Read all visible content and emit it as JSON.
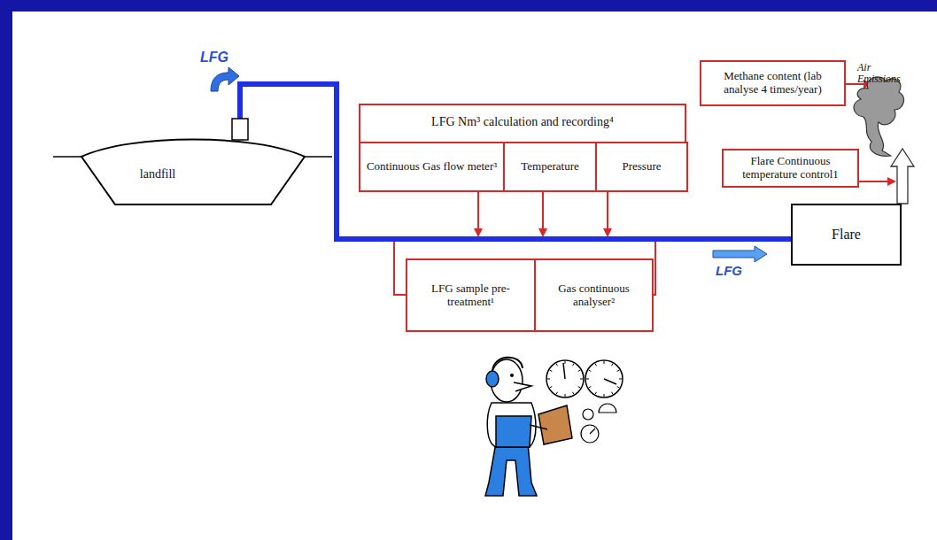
{
  "diagram": {
    "nodes": [
      {
        "text": [
          "landfill"
        ]
      },
      {
        "text": [
          "LFG Nm³ calculation and recording⁴"
        ]
      },
      {
        "text": [
          "Continuous Gas flow meter³"
        ],
        "in": 1
      },
      {
        "text": [
          "Temperature"
        ],
        "in": 1
      },
      {
        "text": [
          "Pressure"
        ],
        "in": 1
      },
      {
        "text": [
          "LFG sample pre-treatment¹"
        ]
      },
      {
        "text": [
          "Gas continuous analyser²"
        ]
      },
      {
        "text": [
          "Methane content (lab analyse 4 times/year)"
        ]
      },
      {
        "text": [
          "Flare Continuous temperature control1"
        ]
      },
      {
        "text": [
          "Flare"
        ]
      }
    ],
    "edges": [
      {
        "from": 0,
        "to": 9,
        "arrow": "none"
      }
    ],
    "labels": [
      "LFG",
      "LFG",
      "Air Emissions"
    ]
  }
}
